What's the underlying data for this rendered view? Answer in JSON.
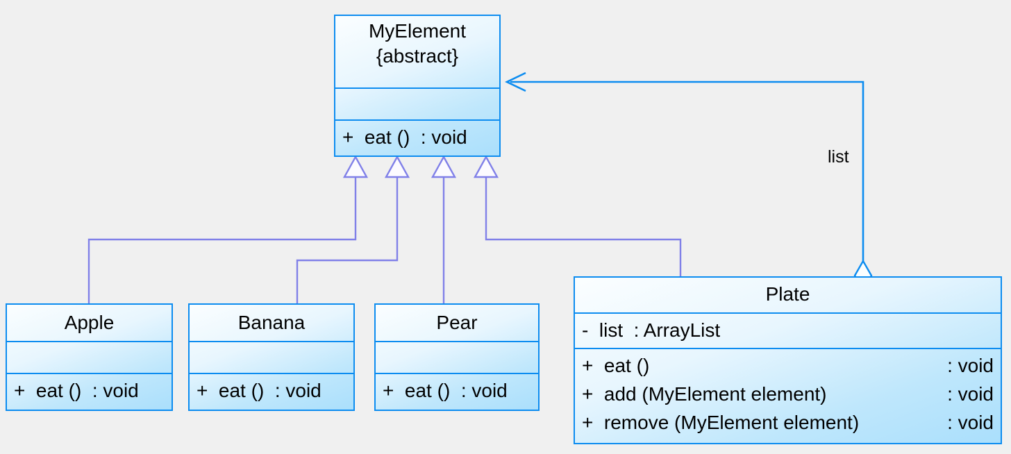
{
  "diagram": {
    "kind": "uml-class-diagram",
    "background_color": "#f0f0f0",
    "class_border_color": "#0c8cf0",
    "inheritance_color": "#8080e8",
    "association_color": "#0c8cf0"
  },
  "classes": {
    "myelement": {
      "name": "MyElement",
      "stereotype": "{abstract}",
      "attributes": [],
      "operations": [
        {
          "text": "+  eat ()  : void",
          "name": "+  eat ()",
          "return": ": void"
        }
      ]
    },
    "apple": {
      "name": "Apple",
      "attributes": [],
      "operations": [
        {
          "text": "+  eat ()  : void"
        }
      ]
    },
    "banana": {
      "name": "Banana",
      "attributes": [],
      "operations": [
        {
          "text": "+  eat ()  : void"
        }
      ]
    },
    "pear": {
      "name": "Pear",
      "attributes": [],
      "operations": [
        {
          "text": "+  eat ()  : void"
        }
      ]
    },
    "plate": {
      "name": "Plate",
      "attributes": [
        {
          "text": "-  list  : ArrayList"
        }
      ],
      "operations": [
        {
          "name": "+  eat ()",
          "return": ": void"
        },
        {
          "name": "+  add (MyElement element)",
          "return": ": void"
        },
        {
          "name": "+  remove (MyElement element)",
          "return": ": void"
        }
      ]
    }
  },
  "relations": {
    "generalizations": [
      {
        "from": "Apple",
        "to": "MyElement"
      },
      {
        "from": "Banana",
        "to": "MyElement"
      },
      {
        "from": "Pear",
        "to": "MyElement"
      },
      {
        "from": "Plate",
        "to": "MyElement"
      }
    ],
    "aggregation": {
      "from": "Plate",
      "to": "MyElement",
      "role_label": "list",
      "diamond": "hollow"
    }
  }
}
